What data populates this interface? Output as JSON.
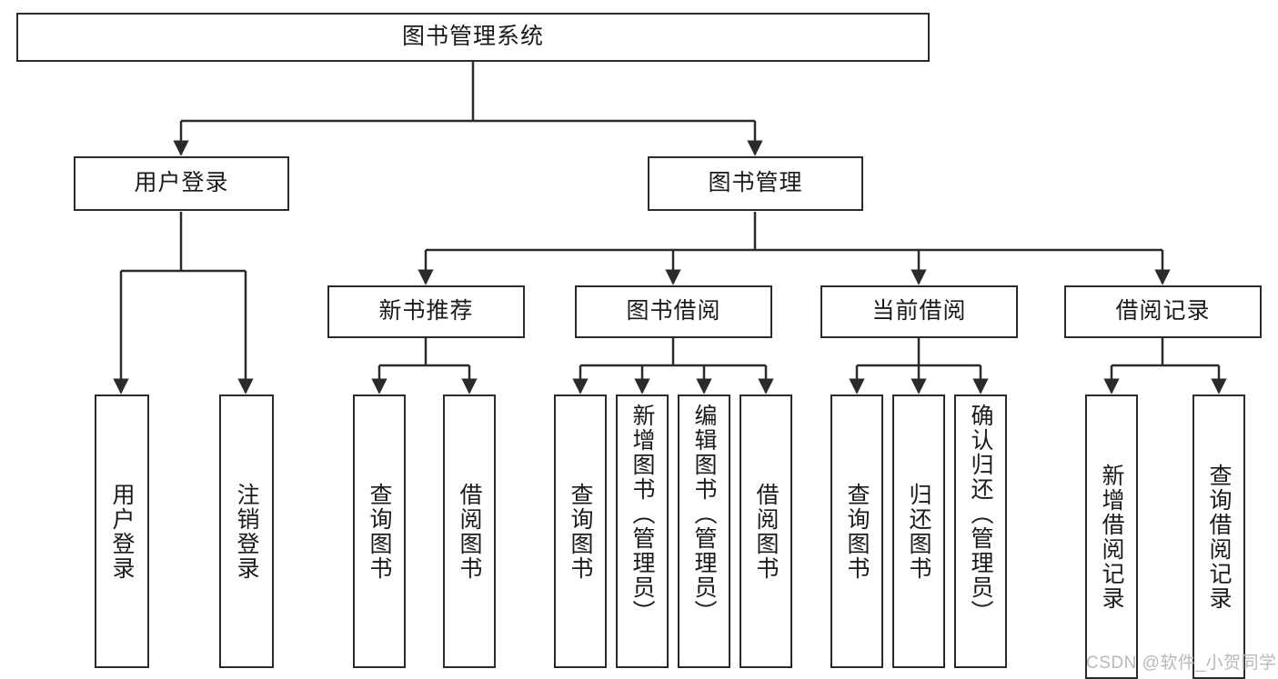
{
  "diagram": {
    "type": "tree-hierarchy",
    "title": "图书管理系统",
    "colors": {
      "stroke": "#2b2b2b",
      "fill": "#ffffff",
      "text": "#1a1a1a",
      "watermark": "#b9b9b9"
    },
    "root": {
      "label": "图书管理系统"
    },
    "level2": [
      {
        "label": "用户登录"
      },
      {
        "label": "图书管理"
      }
    ],
    "level3": [
      {
        "label": "新书推荐"
      },
      {
        "label": "图书借阅"
      },
      {
        "label": "当前借阅"
      },
      {
        "label": "借阅记录"
      }
    ],
    "leaves": {
      "user_login": [
        {
          "label": "用户登录"
        },
        {
          "label": "注销登录"
        }
      ],
      "new_book": [
        {
          "label": "查询图书"
        },
        {
          "label": "借阅图书"
        }
      ],
      "book_borrow": [
        {
          "label": "查询图书"
        },
        {
          "label": "新增图书（管理员）"
        },
        {
          "label": "编辑图书（管理员）"
        },
        {
          "label": "借阅图书"
        }
      ],
      "current_borrow": [
        {
          "label": "查询图书"
        },
        {
          "label": "归还图书"
        },
        {
          "label": "确认归还（管理员）"
        }
      ],
      "borrow_record": [
        {
          "label": "新增借阅记录"
        },
        {
          "label": "查询借阅记录"
        }
      ]
    }
  },
  "watermark": {
    "text": "CSDN @软件_小贺同学"
  }
}
